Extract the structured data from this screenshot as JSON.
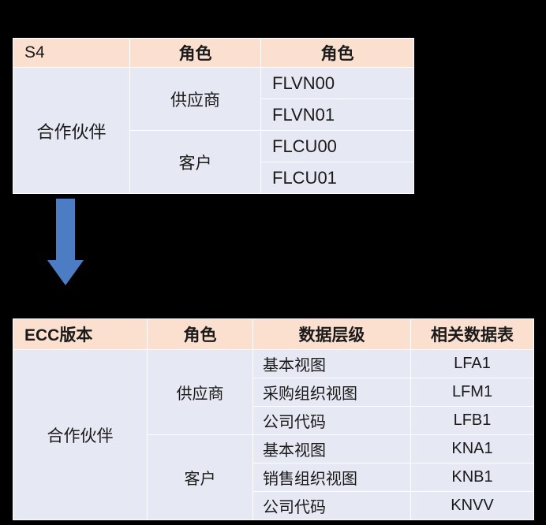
{
  "diagram": {
    "colors": {
      "background": "#000000",
      "header_fill": "#fbe0cf",
      "body_fill": "#e6e8f4",
      "arrow": "#4b7cc4",
      "text": "#1a1a1a"
    },
    "table_s4": {
      "headers": [
        "S4",
        "角色",
        "角色"
      ],
      "rows": [
        {
          "partner": "合作伙伴",
          "role": "供应商",
          "codes": [
            "FLVN00",
            "FLVN01"
          ]
        },
        {
          "partner": "合作伙伴",
          "role": "客户",
          "codes": [
            "FLCU00",
            "FLCU01"
          ]
        }
      ]
    },
    "arrow": {
      "name": "down-arrow-icon",
      "direction": "down"
    },
    "table_ecc": {
      "headers": [
        "ECC版本",
        "角色",
        "数据层级",
        "相关数据表"
      ],
      "partner": "合作伙伴",
      "groups": [
        {
          "role": "供应商",
          "rows": [
            {
              "layer": "基本视图",
              "table": "LFA1"
            },
            {
              "layer": "采购组织视图",
              "table": "LFM1"
            },
            {
              "layer": "公司代码",
              "table": "LFB1"
            }
          ]
        },
        {
          "role": "客户",
          "rows": [
            {
              "layer": "基本视图",
              "table": "KNA1"
            },
            {
              "layer": "销售组织视图",
              "table": "KNB1"
            },
            {
              "layer": "公司代码",
              "table": "KNVV"
            }
          ]
        }
      ]
    }
  }
}
